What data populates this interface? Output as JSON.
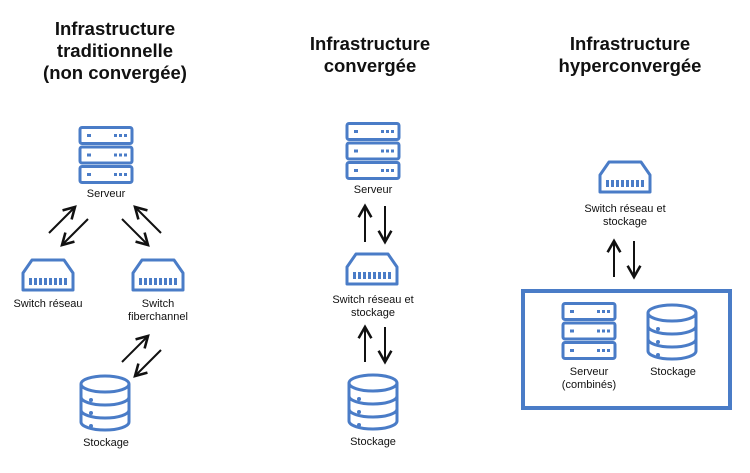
{
  "columns": [
    {
      "title": "Infrastructure\ntraditionnelle\n(non convergée)",
      "labels": {
        "server": "Serveur",
        "switch_network": "Switch réseau",
        "switch_fiber": "Switch\nfiberchannel",
        "storage": "Stockage"
      }
    },
    {
      "title": "Infrastructure\nconvergée",
      "labels": {
        "server": "Serveur",
        "switch": "Switch réseau et\nstockage",
        "storage": "Stockage"
      }
    },
    {
      "title": "Infrastructure\nhyperconvergée",
      "labels": {
        "switch": "Switch réseau et\nstockage",
        "server": "Serveur\n(combinés)",
        "storage": "Stockage"
      }
    }
  ],
  "colors": {
    "accent": "#4a7cc7",
    "arrow": "#111111",
    "text": "#111111"
  }
}
